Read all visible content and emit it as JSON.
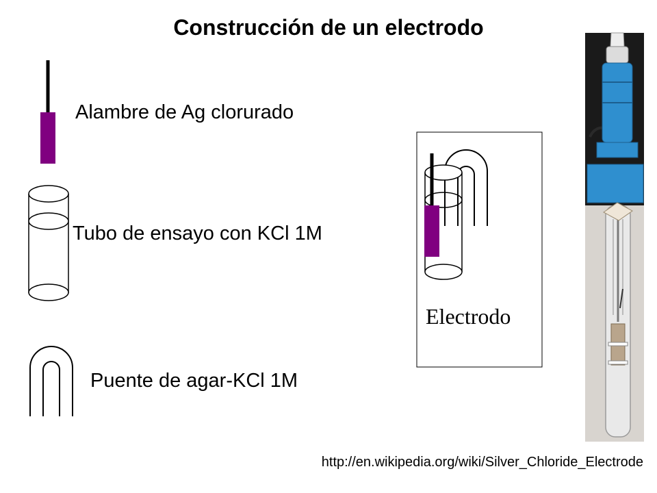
{
  "title": "Construcción de un electrodo",
  "labels": {
    "wire": "Alambre de Ag clorurado",
    "tube": "Tubo de ensayo con KCl 1M",
    "bridge": "Puente de agar-KCl 1M",
    "electrode": "Electrodo"
  },
  "source_url": "http://en.wikipedia.org/wiki/Silver_Chloride_Electrode",
  "colors": {
    "agcl_coating": "#800080",
    "electrode_body": "#2f8fcf",
    "photo_background": "#1a1a1a"
  }
}
